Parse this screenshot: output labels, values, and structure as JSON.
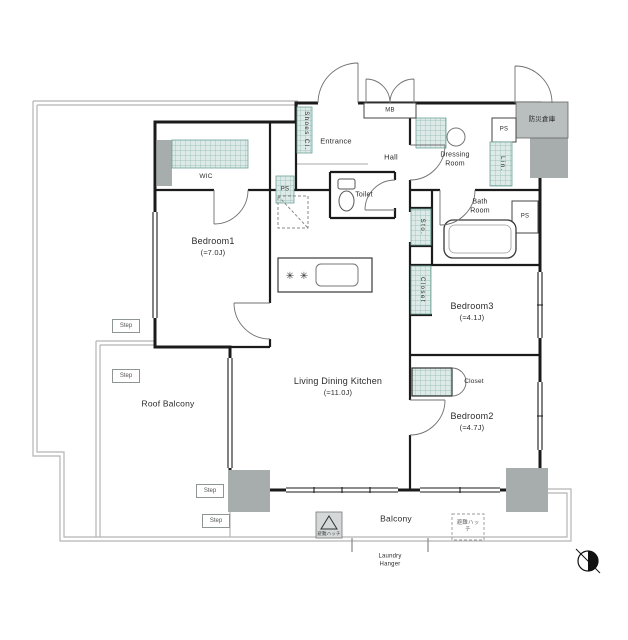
{
  "rooms": {
    "bedroom1": {
      "name": "Bedroom1",
      "size": "(≈7.0J)"
    },
    "bedroom2": {
      "name": "Bedroom2",
      "size": "(≈4.7J)"
    },
    "bedroom3": {
      "name": "Bedroom3",
      "size": "(≈4.1J)"
    },
    "ldk": {
      "name": "Living Dining Kitchen",
      "size": "(≈11.0J)"
    },
    "entrance": {
      "name": "Entrance"
    },
    "hall": {
      "name": "Hall"
    },
    "toilet": {
      "name": "Toilet"
    },
    "bath": {
      "name": "Bath Room"
    },
    "dressing": {
      "name": "Dressing Room"
    },
    "roof_balcony": {
      "name": "Roof Balcony"
    },
    "balcony": {
      "name": "Balcony"
    },
    "warehouse": {
      "name": "防災倉庫"
    }
  },
  "fixtures": {
    "wic": "WIC",
    "shoes_closet": "Shoes Cl.",
    "linen": "Lin.",
    "storage": "Sto.",
    "closet": "Closet",
    "meter_box": "MB",
    "pipe_space": "PS",
    "step": "Step",
    "laundry_hanger": "Laundry Hanger",
    "evac_hatch": "避難ハッチ"
  },
  "icons": {
    "burner": "✳"
  },
  "colors": {
    "wall": "#1b1b1b",
    "fixture_fill": "#ddeae7",
    "fixture_line": "#8db8b0",
    "column": "#a7acac",
    "outline": "#b4b4b4"
  }
}
